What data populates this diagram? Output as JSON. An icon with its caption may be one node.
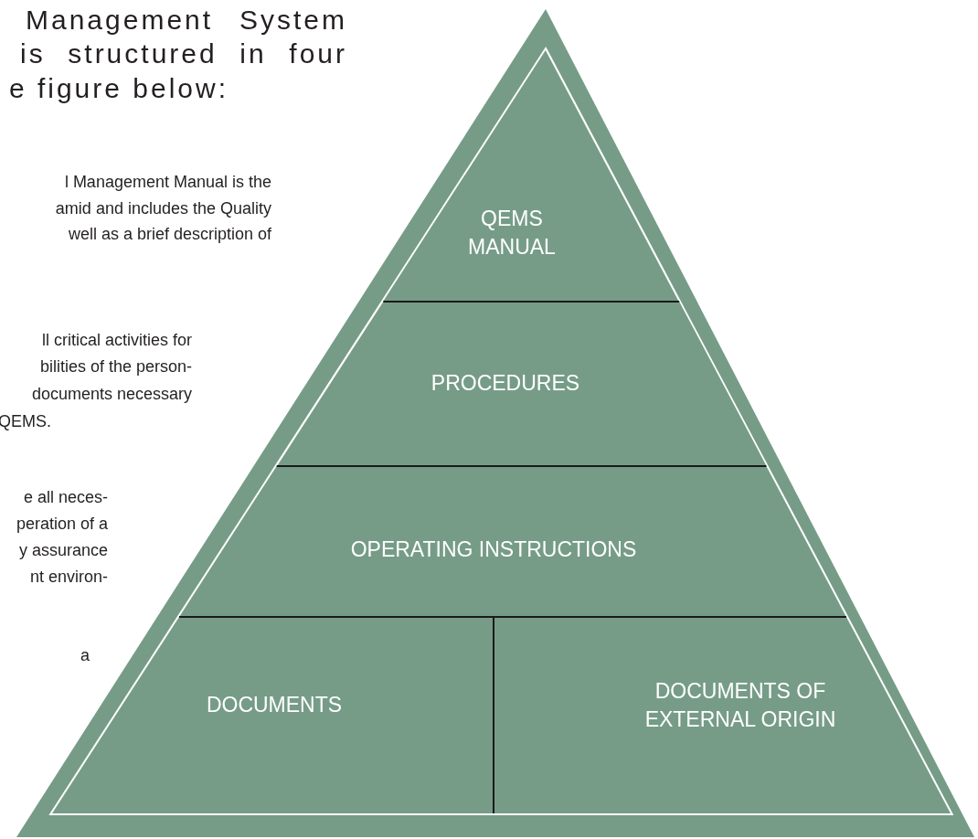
{
  "diagram": {
    "nodes": [
      {
        "text": [],
        "shape": "triangle"
      },
      {
        "text": [
          "QEMS MANUAL"
        ],
        "in": 0
      },
      {
        "text": [
          "PROCEDURES"
        ],
        "in": 0
      },
      {
        "text": [
          "OPERATING INSTRUCTIONS"
        ],
        "in": 0
      },
      {
        "text": [
          "DOCUMENTS"
        ],
        "in": 0
      },
      {
        "text": [
          "DOCUMENTS OF EXTERNAL ORIGIN"
        ],
        "in": 0
      }
    ],
    "labels": [
      "Management System",
      "is structured in four",
      "e figure below:",
      "l Management Manual is the",
      "amid and includes the Quality",
      "well as a brief description of",
      "ll critical activities for",
      "bilities of the person-",
      "documents necessary",
      "QEMS.",
      "e all neces-",
      "peration of a",
      "y assurance",
      "nt environ-",
      "a"
    ]
  }
}
